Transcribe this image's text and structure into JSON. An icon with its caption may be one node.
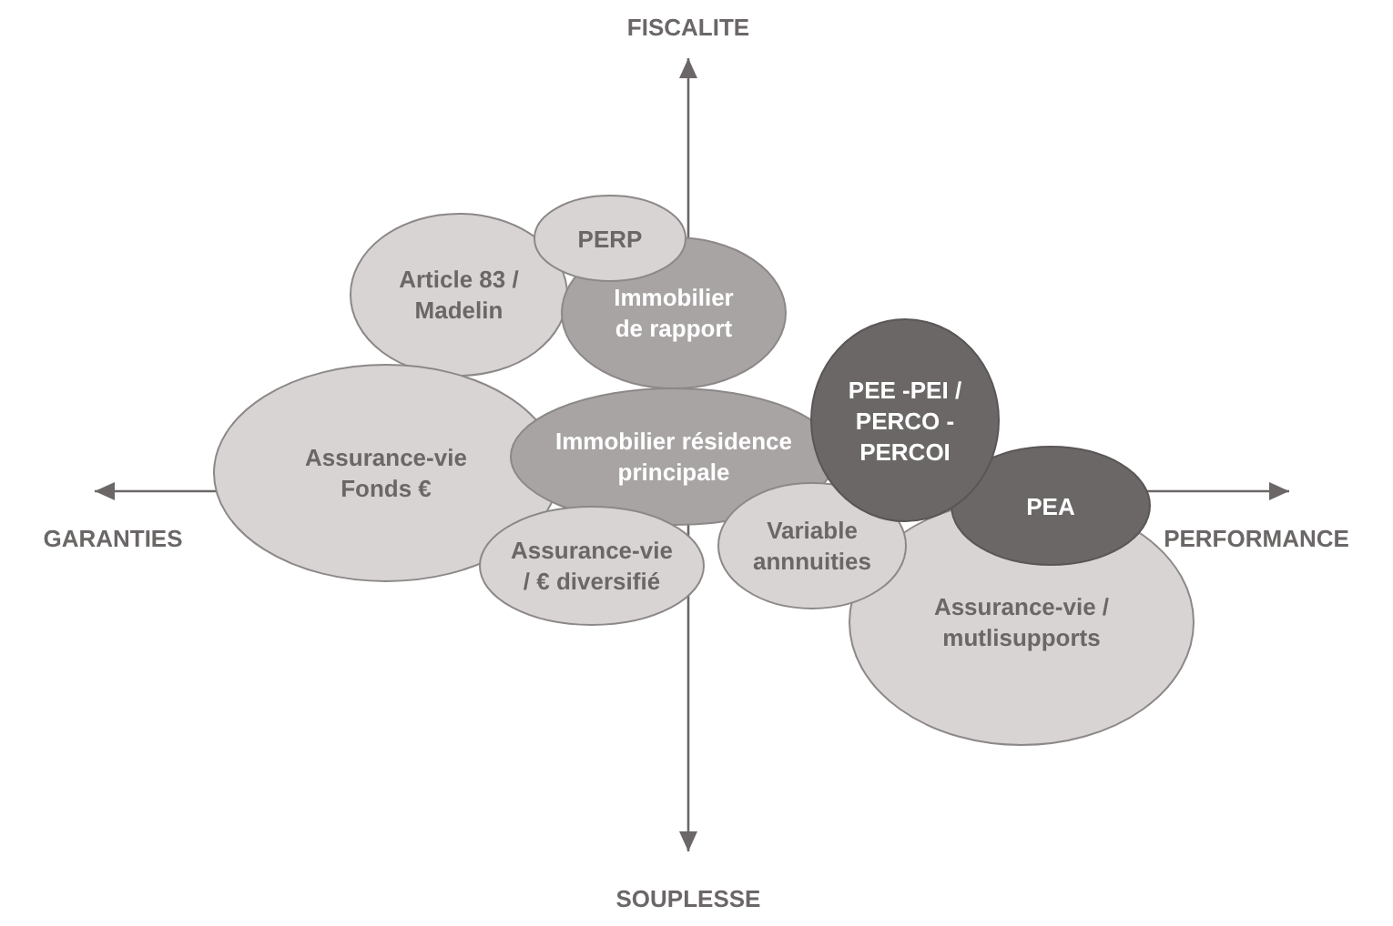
{
  "diagram": {
    "nodes": [
      {
        "text": [
          "PERP"
        ]
      },
      {
        "text": [
          "Article 83 / Madelin"
        ]
      },
      {
        "text": [
          "Immobilier de rapport"
        ]
      },
      {
        "text": [
          "PEE -PEI / PERCO - PERCOI"
        ]
      },
      {
        "text": [
          "Assurance-vie Fonds €"
        ]
      },
      {
        "text": [
          "Immobilier résidence principale"
        ]
      },
      {
        "text": [
          "PEA"
        ]
      },
      {
        "text": [
          "Assurance-vie / € diversifié"
        ]
      },
      {
        "text": [
          "Variable annnuities"
        ]
      },
      {
        "text": [
          "Assurance-vie / mutlisupports"
        ]
      }
    ],
    "edges": [],
    "labels": [
      "FISCALITE",
      "GARANTIES",
      "PERFORMANCE",
      "SOUPLESSE"
    ]
  }
}
